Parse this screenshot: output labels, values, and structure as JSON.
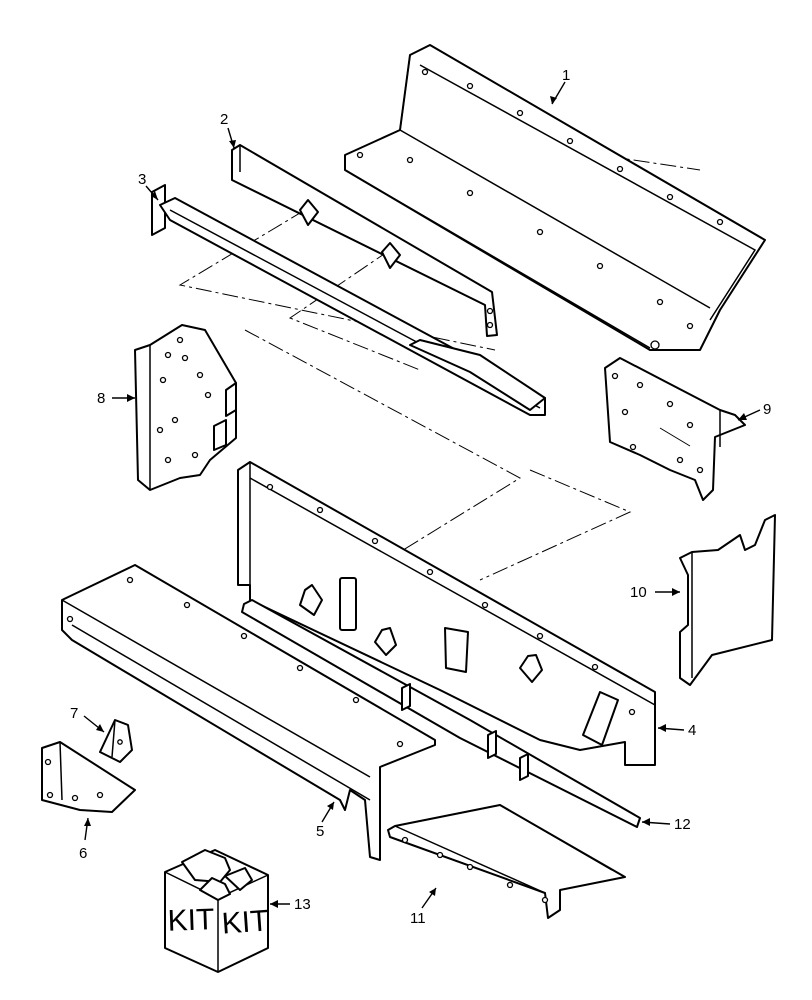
{
  "callouts": [
    "1",
    "2",
    "3",
    "4",
    "5",
    "6",
    "7",
    "8",
    "9",
    "10",
    "11",
    "12",
    "13"
  ],
  "kit_box": {
    "label_left": "KIT",
    "label_right": "KIT"
  }
}
